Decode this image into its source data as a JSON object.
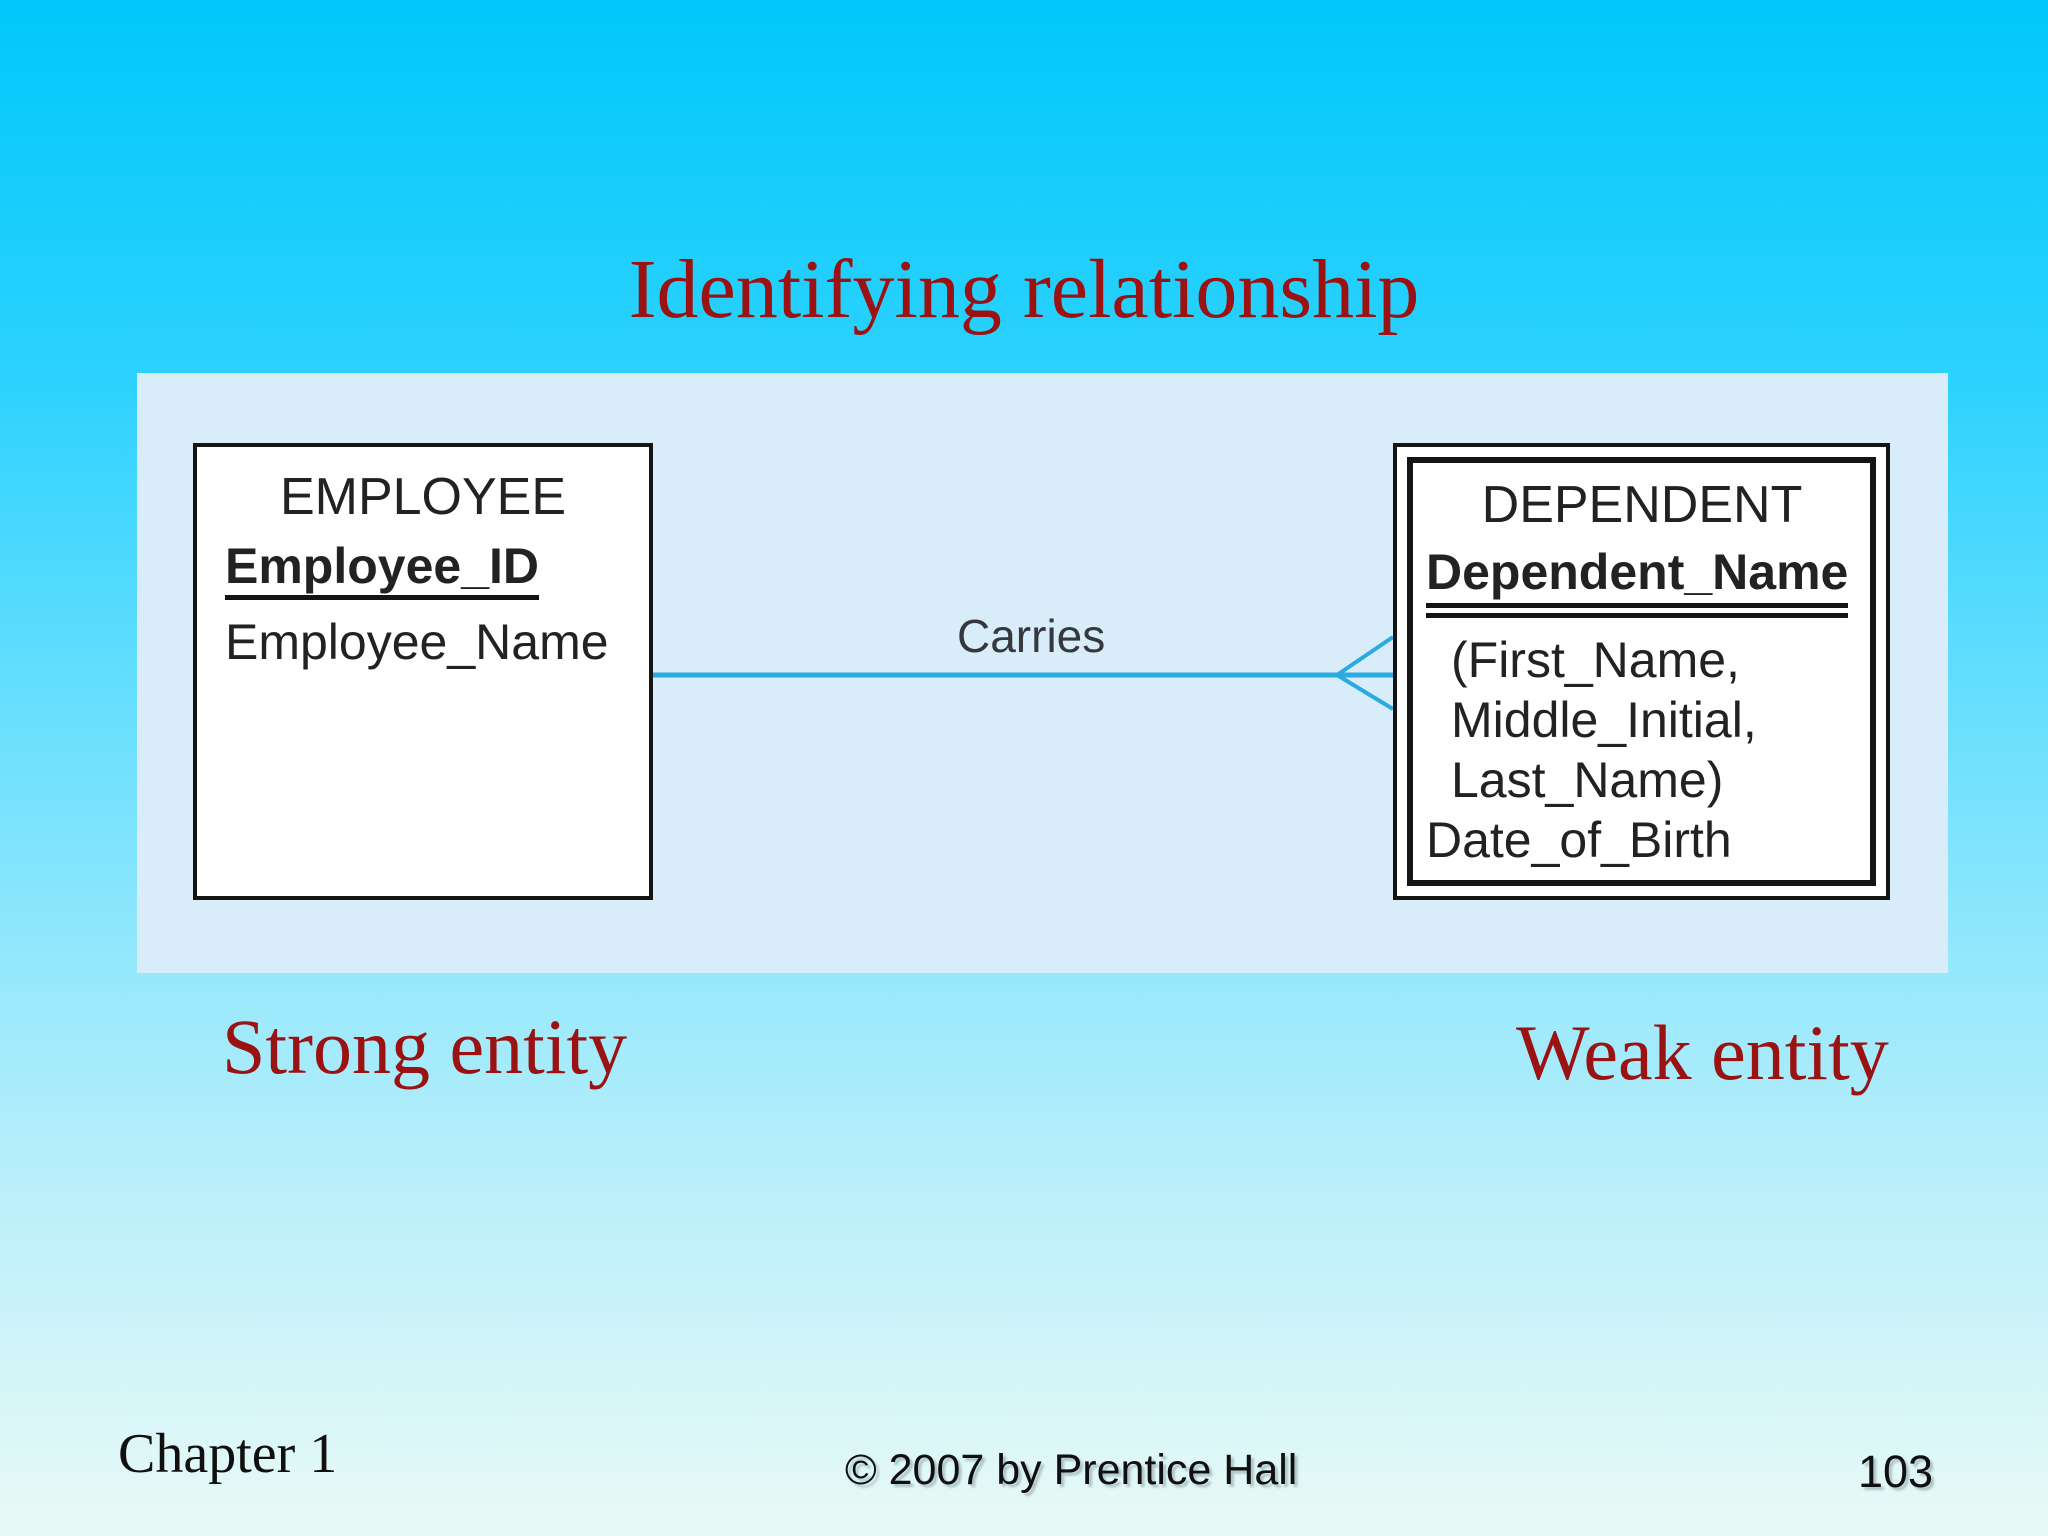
{
  "title": "Identifying relationship",
  "relationship": {
    "label": "Carries"
  },
  "entities": {
    "employee": {
      "name": "EMPLOYEE",
      "key": "Employee_ID",
      "attribute": "Employee_Name",
      "type": "strong entity (single border)"
    },
    "dependent": {
      "name": "DEPENDENT",
      "key": "Dependent_Name",
      "attributes": [
        "(First_Name,",
        "Middle_Initial,",
        "Last_Name)",
        "Date_of_Birth"
      ],
      "type": "weak entity (double border)"
    }
  },
  "annotations": {
    "strong": "Strong entity",
    "weak": "Weak entity"
  },
  "footer": {
    "chapter": "Chapter 1",
    "copyright": "© 2007 by Prentice Hall",
    "page": "103"
  },
  "colors": {
    "accent_red": "#9a1212",
    "connector_line": "#29abe2",
    "panel_background": "#d9ecf9",
    "background_top": "#00c8fa",
    "background_bottom": "#e9faf6",
    "entity_border": "#141414"
  }
}
